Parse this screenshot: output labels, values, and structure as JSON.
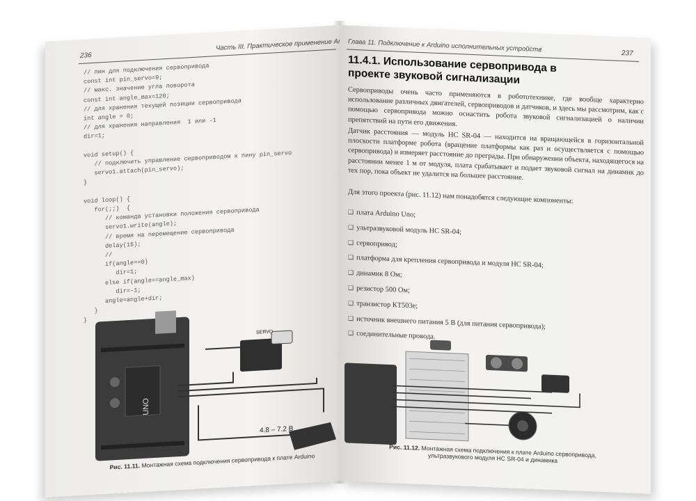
{
  "left_page": {
    "page_number": "236",
    "running_head": "Часть III. Практическое применение Arduino",
    "code_lines": [
      "// пин для подключения сервопривода",
      "const int pin_servo=9;",
      "// макс. значение угла поворота",
      "const int angle_max=120;",
      "// для хранения текущей позиции сервопривода",
      "int angle = 0;",
      "// для хранения направления  1 или -1",
      "dir=1;",
      "",
      "void setup() {",
      "   // подключить управление сервоприводом к пину pin_servo",
      "   servo1.attach(pin_servo);",
      "}",
      "",
      "void loop() {",
      "   for(;;)  {",
      "      // команда установки положения сервопривода",
      "      servo1.write(angle);",
      "      // время на перемещение сервопривода",
      "      delay(15);",
      "      //",
      "      if(angle==0)",
      "         dir=1;",
      "      else if(angle==angle_max)",
      "         dir=-1;",
      "      angle=angle+dir;",
      "   }",
      "}"
    ],
    "figure_voltage": "4.8 – 7.2 В",
    "servo_label": "SERVO",
    "board_label": "UNO",
    "caption_number": "Рис. 11.11.",
    "caption_text": "Монтажная схема подключения сервопривода к плате Arduino"
  },
  "right_page": {
    "page_number": "237",
    "running_head": "Глава 11. Подключение к Arduino исполнительных устройств",
    "section_title": "11.4.1. Использование сервопривода в проекте звуковой сигнализации",
    "paragraph_1": "Сервоприводы очень часто применяются в робототехнике, где вообще характерно использование различных двигателей, сервоприводов и датчиков, и здесь мы рассмотрим, как с помощью сервопривода можно оснастить робота звуковой сигнализацией о наличии препятствий на пути его движения.",
    "paragraph_2": "Датчик расстояния — модуль HC SR-04 — находится на вращающейся в горизонтальной плоскости платформе робота (вращение платформы как раз и осуществляется с помощью сервопривода) и измеряет расстояние до преграды. При обнаружении объекта, находящегося на расстоянии менее 1 м от модуля, плата срабатывает и подает звуковой сигнал на динамик до тех пор, пока объект не удалится на большее расстояние.",
    "paragraph_3": "Для этого проекта (рис. 11.12) нам понадобятся следующие компоненты:",
    "components": [
      "плата Arduino Uno;",
      "ультразвуковой модуль HC SR-04;",
      "сервопривод;",
      "платформа для крепления сервопривода и модуля HC SR-04;",
      "динамик 8 Ом;",
      "резистор 500 Ом;",
      "транзистор КТ503е;",
      "источник внешнего питания 5 В (для питания сервопривода);",
      "соединительные провода."
    ],
    "caption_number": "Рис. 11.12.",
    "caption_text_1": "Монтажная схема подключения к плате Arduino сервопривода,",
    "caption_text_2": "ультразвукового модуля HC SR-04 и динамика"
  }
}
